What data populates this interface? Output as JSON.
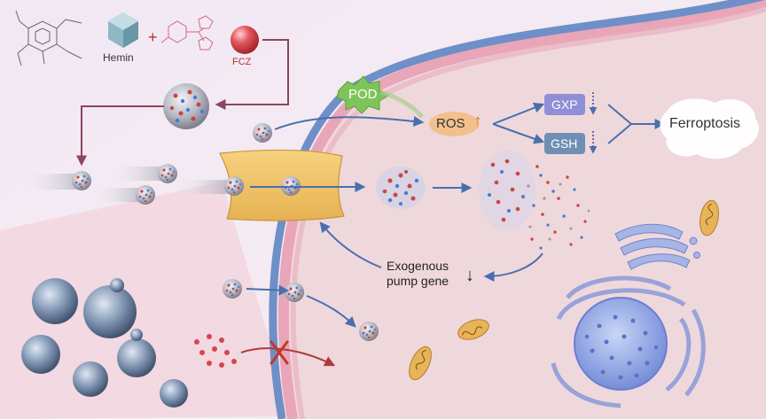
{
  "labels": {
    "hemin": "Hemin",
    "fcz": "FCZ",
    "plus": "+",
    "pod": "POD",
    "ros": "ROS",
    "ros_arrow": "↑",
    "gxp": "GXP",
    "gsh": "GSH",
    "ferroptosis": "Ferroptosis",
    "exogenous_line1": "Exogenous",
    "exogenous_line2": "pump gene",
    "exogenous_arrow": "↓"
  },
  "colors": {
    "membrane_blue": "#6f8fc8",
    "membrane_pink": "#e8a6b8",
    "cell_body": "#efd8dc",
    "pump_yellow": "#f2c56a",
    "pod_green": "#7fc45a",
    "box_purple": "#8f8ed6",
    "box_blue": "#6f8fb5",
    "arrow_blue": "#4a6fae",
    "arrow_maroon": "#8a4560",
    "ros_orange": "#f3c08d",
    "fcz_red": "#d9444c",
    "hemin_teal": "#8fb7c4"
  },
  "icons": [
    "hemin-crystal-icon",
    "fcz-sphere-icon",
    "nanoparticle-icon",
    "efflux-pump-icon",
    "mitochondria-icon",
    "nucleus-icon",
    "golgi-icon",
    "fungal-cell-icon",
    "blocked-cross-icon"
  ]
}
